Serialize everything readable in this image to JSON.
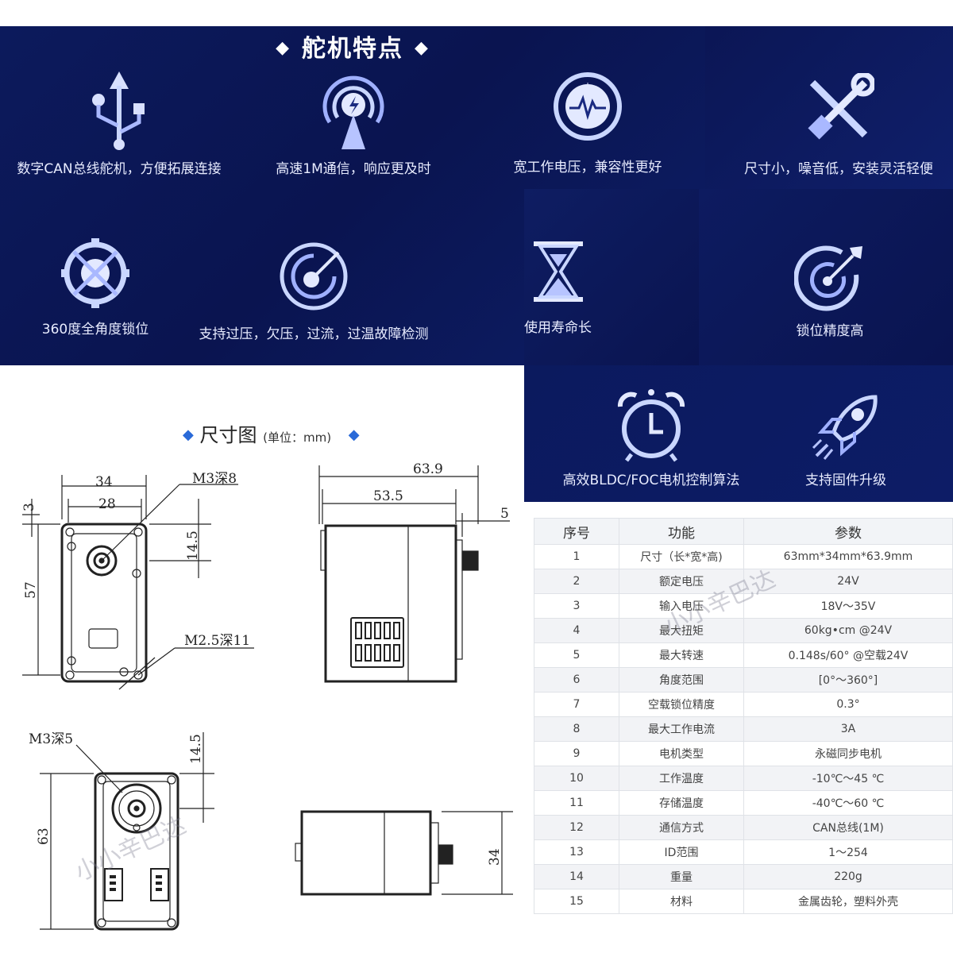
{
  "features": {
    "title": "舵机特点",
    "items": [
      {
        "label": "数字CAN总线舵机，方便拓展连接",
        "icon": "usb-icon"
      },
      {
        "label": "高速1M通信，响应更及时",
        "icon": "signal-icon"
      },
      {
        "label": "宽工作电压，兼容性更好",
        "icon": "voltmeter-icon"
      },
      {
        "label": "尺寸小，噪音低，安装灵活轻便",
        "icon": "tools-icon"
      },
      {
        "label": "360度全角度锁位",
        "icon": "target-lock-icon"
      },
      {
        "label": "支持过压，欠压，过流，过温故障检测",
        "icon": "radar-icon"
      },
      {
        "label": "使用寿命长",
        "icon": "hourglass-icon"
      },
      {
        "label": "锁位精度高",
        "icon": "dart-target-icon"
      },
      {
        "label": "高效BLDC/FOC电机控制算法",
        "icon": "alarm-clock-icon"
      },
      {
        "label": "支持固件升级",
        "icon": "rocket-icon"
      }
    ]
  },
  "dimensions": {
    "title": "尺寸图",
    "unit": "(单位：mm)",
    "labels": {
      "w34": "34",
      "w28": "28",
      "m3d8": "M3深8",
      "d3": "3",
      "h145": "14.5",
      "h57": "57",
      "m25d11": "M2.5深11",
      "w639": "63.9",
      "w535": "53.5",
      "d5": "5",
      "m3d5": "M3深5",
      "h145b": "14.5",
      "h63": "63",
      "h34": "34"
    }
  },
  "spec_table": {
    "headers": [
      "序号",
      "功能",
      "参数"
    ],
    "rows": [
      [
        "1",
        "尺寸（长*宽*高)",
        "63mm*34mm*63.9mm"
      ],
      [
        "2",
        "额定电压",
        "24V"
      ],
      [
        "3",
        "输入电压",
        "18V～35V"
      ],
      [
        "4",
        "最大扭矩",
        "60kg•cm @24V"
      ],
      [
        "5",
        "最大转速",
        "0.148s/60° @空载24V"
      ],
      [
        "6",
        "角度范围",
        "[0°～360°]"
      ],
      [
        "7",
        "空载锁位精度",
        "0.3°"
      ],
      [
        "8",
        "最大工作电流",
        "3A"
      ],
      [
        "9",
        "电机类型",
        "永磁同步电机"
      ],
      [
        "10",
        "工作温度",
        "-10℃～45 ℃"
      ],
      [
        "11",
        "存储温度",
        "-40℃～60 ℃"
      ],
      [
        "12",
        "通信方式",
        "CAN总线(1M)"
      ],
      [
        "13",
        "ID范围",
        "1～254"
      ],
      [
        "14",
        "重量",
        "220g"
      ],
      [
        "15",
        "材料",
        "金属齿轮，塑料外壳"
      ]
    ]
  },
  "watermark": "小小辛巴达",
  "colors": {
    "panel": "#0c1a5c",
    "accent": "#2a6ad8",
    "icon": "#c9d6ff"
  }
}
